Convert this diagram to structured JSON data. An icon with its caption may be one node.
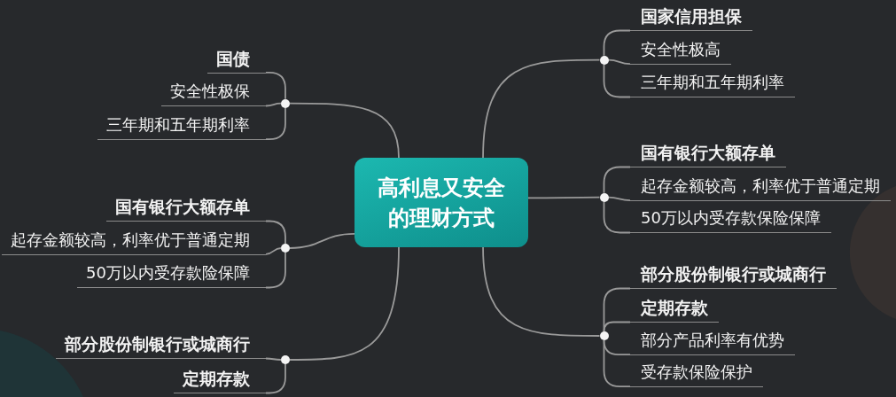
{
  "diagram": {
    "nodes": [
      {
        "text": [
          "高利息又安全的理财方式"
        ]
      },
      {
        "text": [],
        "shape": "circle"
      },
      {
        "text": [
          "国家信用担保"
        ]
      },
      {
        "text": [
          "安全性极高"
        ]
      },
      {
        "text": [
          "三年期和五年期利率"
        ]
      },
      {
        "text": [],
        "shape": "circle"
      },
      {
        "text": [
          "国有银行大额存单"
        ]
      },
      {
        "text": [
          "起存金额较高，利率优于普通定期"
        ]
      },
      {
        "text": [
          "50万以内受存款保险保障"
        ]
      },
      {
        "text": [],
        "shape": "circle"
      },
      {
        "text": [
          "部分股份制银行或城商行"
        ]
      },
      {
        "text": [
          "定期存款"
        ]
      },
      {
        "text": [
          "部分产品利率有优势"
        ]
      },
      {
        "text": [
          "受存款保险保护"
        ]
      },
      {
        "text": [],
        "shape": "circle"
      },
      {
        "text": [
          "国债"
        ]
      },
      {
        "text": [
          "安全性极保"
        ]
      },
      {
        "text": [
          "三年期和五年期利率"
        ]
      },
      {
        "text": [],
        "shape": "circle"
      },
      {
        "text": [
          "国有银行大额存单"
        ]
      },
      {
        "text": [
          "起存金额较高，利率优于普通定期"
        ]
      },
      {
        "text": [
          "50万以内受存款险保障"
        ]
      },
      {
        "text": [],
        "shape": "circle"
      },
      {
        "text": [
          "部分股份制银行或城商行"
        ]
      },
      {
        "text": [
          "定期存款"
        ]
      }
    ],
    "edges": [
      {
        "from": 0,
        "to": 1,
        "arrow": "none"
      },
      {
        "from": 1,
        "to": 2,
        "arrow": "none"
      },
      {
        "from": 1,
        "to": 3,
        "arrow": "none"
      },
      {
        "from": 1,
        "to": 4,
        "arrow": "none"
      },
      {
        "from": 0,
        "to": 5,
        "arrow": "none"
      },
      {
        "from": 5,
        "to": 6,
        "arrow": "none"
      },
      {
        "from": 5,
        "to": 7,
        "arrow": "none"
      },
      {
        "from": 5,
        "to": 8,
        "arrow": "none"
      },
      {
        "from": 0,
        "to": 9,
        "arrow": "none"
      },
      {
        "from": 9,
        "to": 10,
        "arrow": "none"
      },
      {
        "from": 9,
        "to": 11,
        "arrow": "none"
      },
      {
        "from": 9,
        "to": 12,
        "arrow": "none"
      },
      {
        "from": 9,
        "to": 13,
        "arrow": "none"
      },
      {
        "from": 0,
        "to": 14,
        "arrow": "none"
      },
      {
        "from": 14,
        "to": 15,
        "arrow": "none"
      },
      {
        "from": 14,
        "to": 16,
        "arrow": "none"
      },
      {
        "from": 14,
        "to": 17,
        "arrow": "none"
      },
      {
        "from": 0,
        "to": 18,
        "arrow": "none"
      },
      {
        "from": 18,
        "to": 19,
        "arrow": "none"
      },
      {
        "from": 18,
        "to": 20,
        "arrow": "none"
      },
      {
        "from": 18,
        "to": 21,
        "arrow": "none"
      },
      {
        "from": 0,
        "to": 22,
        "arrow": "none"
      },
      {
        "from": 22,
        "to": 23,
        "arrow": "none"
      },
      {
        "from": 22,
        "to": 24,
        "arrow": "none"
      }
    ]
  }
}
